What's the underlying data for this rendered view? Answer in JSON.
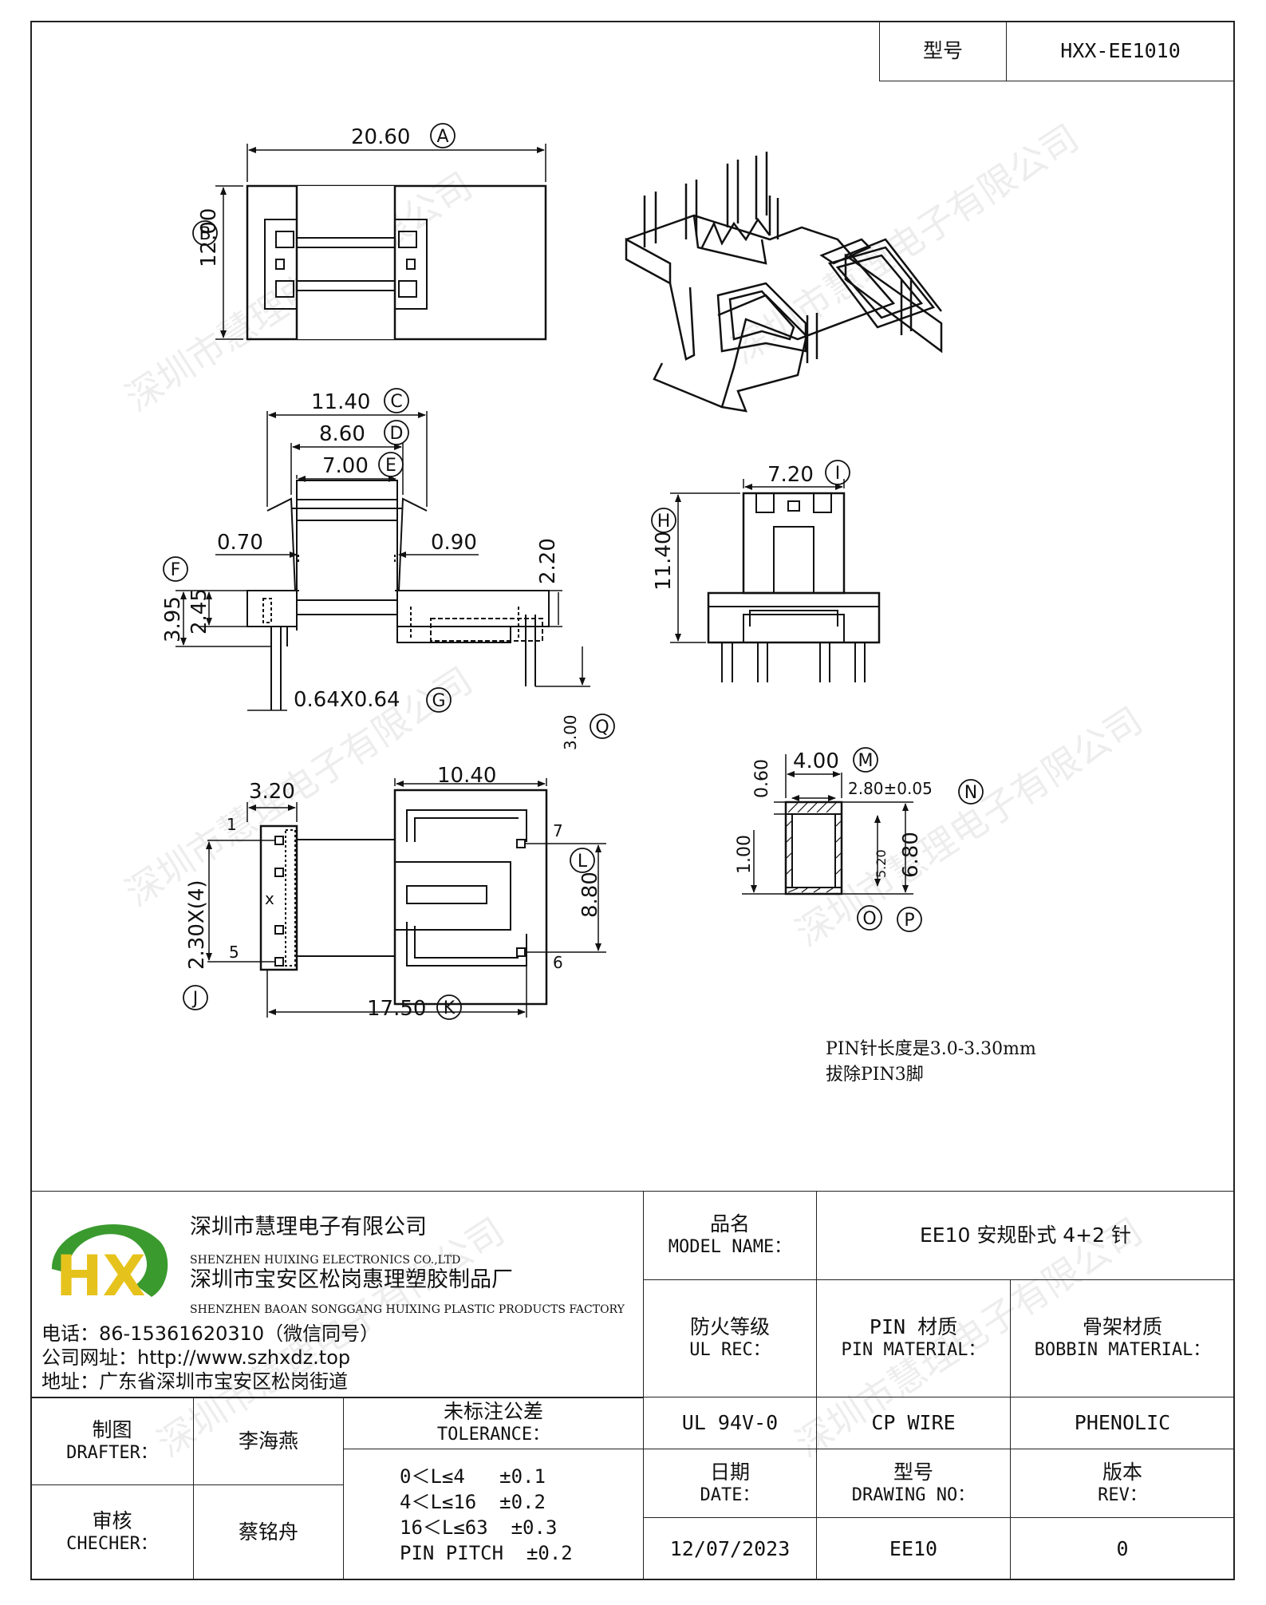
{
  "title_block": {
    "model_label": "型号",
    "model_value": "HXX-EE1010"
  },
  "dimensions": {
    "A": "20.60",
    "B": "12.00",
    "C": "11.40",
    "D": "8.60",
    "E": "7.00",
    "F": "3.95",
    "F_inner": "2.45",
    "left_wall": "0.70",
    "right_wall": "0.90",
    "flange_h": "2.20",
    "G": "0.64X0.64",
    "Q": "3.00",
    "H": "11.40",
    "I": "7.20",
    "M": "4.00",
    "M_side": "0.60",
    "N": "2.80±0.05",
    "O_side": "1.00",
    "P_inner": "5.20",
    "P": "6.80",
    "bottom_w": "3.20",
    "bottom_core": "10.40",
    "L": "8.80",
    "J": "2.30X(4)",
    "K": "17.50"
  },
  "callouts": {
    "A": "A",
    "B": "B",
    "C": "C",
    "D": "D",
    "E": "E",
    "F": "F",
    "G": "G",
    "H": "H",
    "I": "I",
    "J": "J",
    "K": "K",
    "L": "L",
    "M": "M",
    "N": "N",
    "O": "O",
    "P": "P",
    "Q": "Q"
  },
  "pins": {
    "p1": "1",
    "p5": "5",
    "p6": "6",
    "p7": "7",
    "removed": "x"
  },
  "notes": [
    "PIN针长度是3.0-3.30mm",
    "拔除PIN3脚"
  ],
  "company": {
    "name_cn": "深圳市慧理电子有限公司",
    "name_en": "SHENZHEN HUIXING ELECTRONICS CO.,LTD",
    "factory_cn": "深圳市宝安区松岗惠理塑胶制品厂",
    "factory_en": "SHENZHEN BAOAN SONGGANG HUIXING PLASTIC PRODUCTS FACTORY",
    "phone": "电话：86-15361620310（微信同号）",
    "website": "公司网址：http://www.szhxdz.top",
    "address": "地址：广东省深圳市宝安区松岗街道",
    "logo_text": "HX",
    "logo_green": "#3a9a2e",
    "logo_yellow": "#e6c31c"
  },
  "table": {
    "model_name_cn": "品名",
    "model_name_en": "MODEL NAME：",
    "model_name_value": "EE10 安规卧式 4+2 针",
    "ul_cn": "防火等级",
    "ul_en": "UL REC：",
    "pin_mat_cn": "PIN 材质",
    "pin_mat_en": "PIN MATERIAL：",
    "bobbin_mat_cn": "骨架材质",
    "bobbin_mat_en": "BOBBIN MATERIAL：",
    "ul_value": "UL 94V-0",
    "pin_mat_value": "CP WIRE",
    "bobbin_mat_value": "PHENOLIC",
    "drafter_cn": "制图",
    "drafter_en": "DRAFTER：",
    "drafter_value": "李海燕",
    "checker_cn": "审核",
    "checker_en": "CHECHER：",
    "checker_value": "蔡铭舟",
    "tolerance_cn": "未标注公差",
    "tolerance_en": "TOLERANCE：",
    "tol_1": "0＜L≤4   ±0.1",
    "tol_2": "4＜L≤16  ±0.2",
    "tol_3": "16＜L≤63  ±0.3",
    "tol_4": "PIN PITCH  ±0.2",
    "date_cn": "日期",
    "date_en": "DATE：",
    "date_value": "12/07/2023",
    "drawing_cn": "型号",
    "drawing_en": "DRAWING NO：",
    "drawing_value": "EE10",
    "rev_cn": "版本",
    "rev_en": "REV：",
    "rev_value": "0"
  },
  "watermark": "深圳市慧理电子有限公司"
}
